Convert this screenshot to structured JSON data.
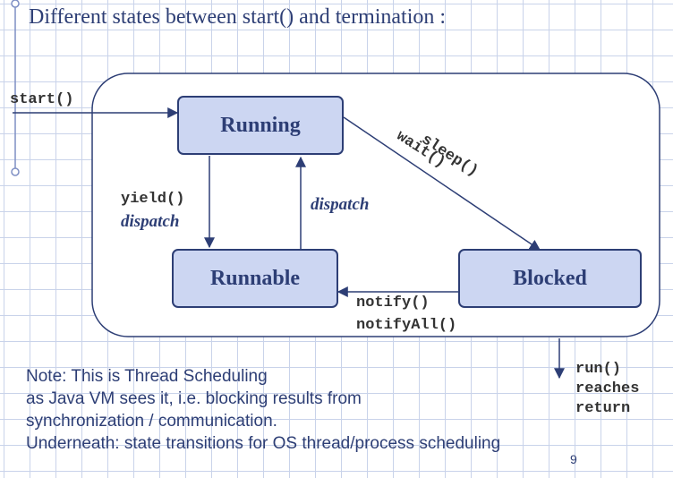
{
  "title": "Different states between start() and termination :",
  "states": {
    "running": "Running",
    "runnable": "Runnable",
    "blocked": "Blocked"
  },
  "labels": {
    "start": "start()",
    "yield": "yield()",
    "dispatch_left": "dispatch",
    "dispatch_right": "dispatch",
    "sleep": "sleep()",
    "wait": "wait()",
    "notify": "notify()",
    "notify_all": "notifyAll()",
    "run_exit": [
      "run()",
      "reaches",
      "return"
    ]
  },
  "note": [
    "Note: This is Thread Scheduling",
    "as Java VM sees it, i.e. blocking results from",
    "synchronization / communication.",
    "Underneath: state transitions for OS thread/process scheduling"
  ],
  "page_number": "9",
  "colors": {
    "state_fill": "#ccd6f2",
    "state_border": "#2d3e75",
    "arrow": "#2d3e75",
    "text": "#2d3e75",
    "grid": "#c9d3ea"
  }
}
